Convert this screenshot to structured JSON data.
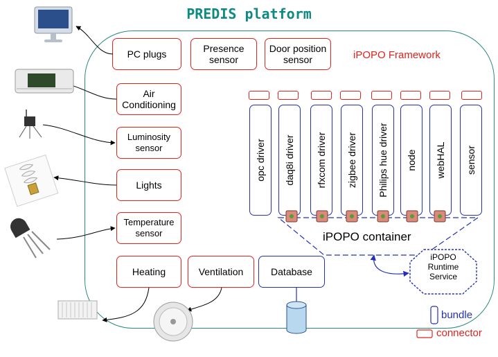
{
  "title": "PREDIS platform",
  "framework_label": "iPOPO Framework",
  "top_boxes": [
    "PC plugs",
    "Presence sensor",
    "Door position sensor"
  ],
  "left_boxes": [
    "Air Conditioning",
    "Luminosity sensor",
    "Lights",
    "Temperature sensor"
  ],
  "bottom_boxes": [
    "Heating",
    "Ventilation"
  ],
  "database": "Database",
  "bundles": [
    "opc driver",
    "daq8i driver",
    "rfxcom driver",
    "zigbee driver",
    "Philips hue driver",
    "node",
    "webHAL",
    "sensor"
  ],
  "container_label": "iPOPO container",
  "runtime_service": [
    "iPOPO",
    "Runtime",
    "Service"
  ],
  "legend": {
    "bundle": "bundle",
    "connector": "connector"
  },
  "colors": {
    "title": "#0e8a83",
    "frame": "#2a8a7f",
    "connector": "#e0231c",
    "bundle": "#2430b8"
  },
  "device_icons": [
    "computer-monitor-icon",
    "air-conditioner-icon",
    "light-sensor-icon",
    "light-bulb-icon",
    "transistor-sensor-icon",
    "radiator-icon",
    "fan-icon",
    "database-cylinder-icon"
  ]
}
